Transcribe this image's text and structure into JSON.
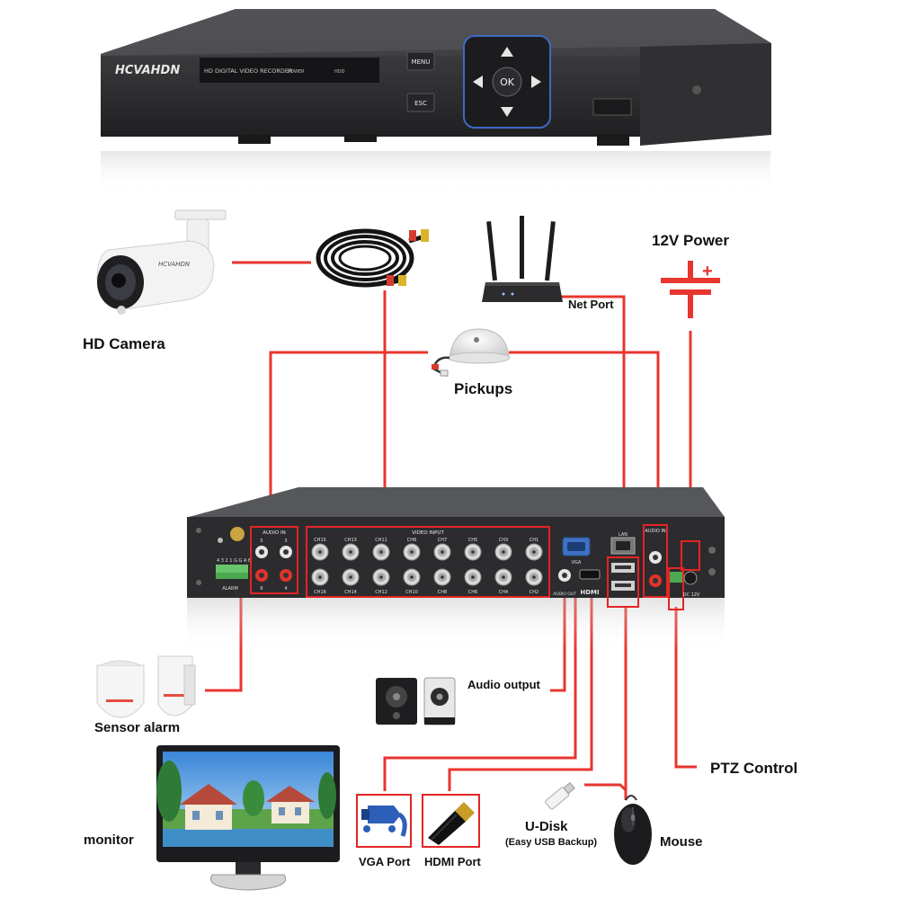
{
  "front_panel": {
    "brand": "HCVAHDN",
    "model_text": "HD DIGITAL VIDEO RECORDER",
    "power_text": "POWER",
    "hdd_text": "HDD",
    "menu_label": "MENU",
    "esc_label": "ESC",
    "ok_label": "OK"
  },
  "camera": {
    "label": "HD Camera",
    "brand": "HCVAHDN"
  },
  "power": {
    "label": "12V Power",
    "plus": "+"
  },
  "router": {
    "label": "Net Port"
  },
  "pickup": {
    "label": "Pickups"
  },
  "back_panel": {
    "audio_in_left": "AUDIO IN",
    "video_input": "VIDEO INPUT",
    "audio_in_right": "AUDIO IN",
    "top_channels": [
      "CH15",
      "CH13",
      "CH11",
      "CH9",
      "CH7",
      "CH5",
      "CH3",
      "CH1"
    ],
    "bottom_channels": [
      "CH16",
      "CH14",
      "CH12",
      "CH10",
      "CH8",
      "CH6",
      "CH4",
      "CH2"
    ],
    "audio_left_top": [
      "5",
      "3"
    ],
    "audio_left_bottom": [
      "6",
      "4"
    ],
    "alarm_text": "ALARM",
    "alarm_pins": "4 3 2 1 G G A B",
    "lan_text": "LAN",
    "vga_text": "VGA",
    "audio_out_text": "AUDIO OUT",
    "hdmi_text": "HDMI",
    "dc_text": "DC 12V"
  },
  "labels": {
    "sensor": "Sensor alarm",
    "audio_output": "Audio output",
    "ptz": "PTZ Control",
    "monitor": "monitor",
    "vga_port": "VGA Port",
    "hdmi_port": "HDMI Port",
    "udisk": "U-Disk",
    "udisk_note": "(Easy USB Backup)",
    "mouse": "Mouse"
  },
  "colors": {
    "line": "#e8352f",
    "box": "#e32424",
    "device": "#2b2b2d",
    "device_light": "#4a4a4c"
  }
}
